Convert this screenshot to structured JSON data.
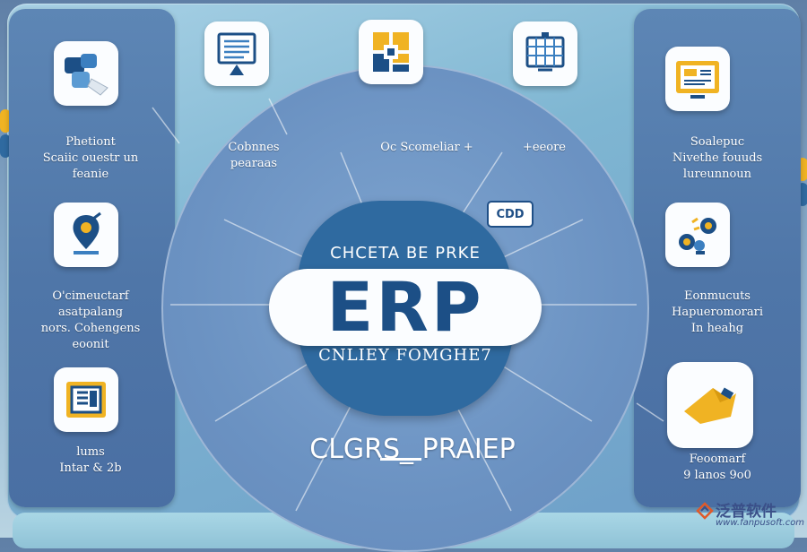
{
  "hub": {
    "top_text": "CHCETA BE  PRKE",
    "center_text": "ERP",
    "sub_text": "CNLIEY FOMGHE7",
    "badge_text": "CDD"
  },
  "bottom_label": "CLGRS_ PRAIEP",
  "left_items": [
    {
      "label": "Phetiont\nScaiic ouestr un\nfeanie",
      "icon": "puzzle-pieces-icon"
    },
    {
      "label": "O'cimeuctarf\nasatpalang\nnors. Cohengens\neoonit",
      "icon": "location-pin-icon"
    },
    {
      "label": "lums\nIntar & 2b",
      "icon": "document-box-icon"
    }
  ],
  "right_items": [
    {
      "label": "Soalepuc\nNivethe fouuds\nlureunnoun",
      "icon": "dashboard-screen-icon"
    },
    {
      "label": "Eonmucuts\nHapueromorari\nIn  heahg",
      "icon": "people-network-icon"
    },
    {
      "label": "Feoomarf\n9  lanos 9o0",
      "icon": "folder-arrow-icon"
    }
  ],
  "top_items": [
    {
      "label": "Cobnnes\npearaas",
      "icon": "presentation-board-icon"
    },
    {
      "label": "Oc  Scomeliar  +",
      "icon": "grid-blocks-icon"
    },
    {
      "label": "+eeore",
      "icon": "calendar-grid-icon"
    }
  ],
  "watermark": {
    "brand": "泛普软件",
    "url": "www.fanpusoft.com"
  },
  "colors": {
    "accent_blue": "#1c4f86",
    "accent_yellow": "#f0b323",
    "panel_blue": "#4f76a8",
    "hub_blue": "#2f6aa0"
  }
}
